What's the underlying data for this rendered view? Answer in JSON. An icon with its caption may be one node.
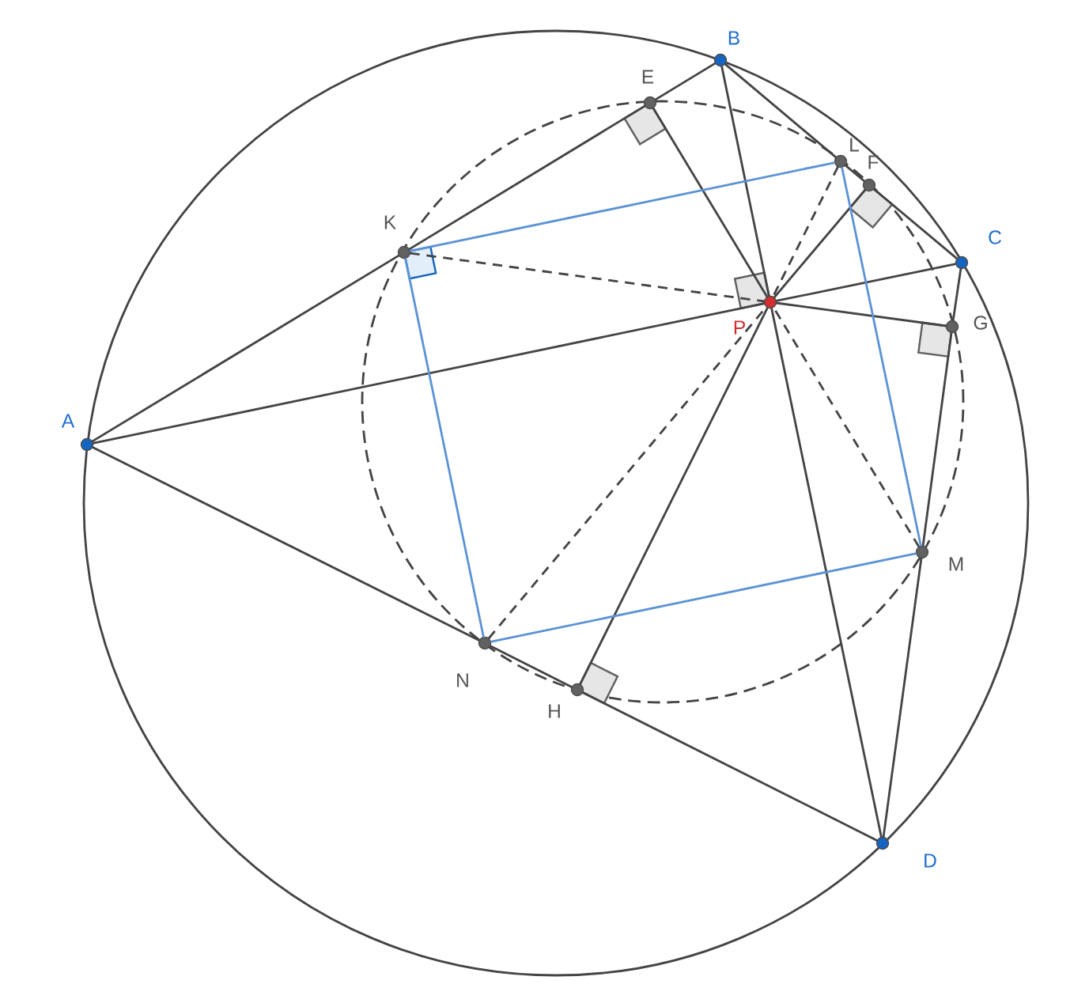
{
  "diagram": {
    "nodes": [
      {
        "text": [],
        "shape": "circle",
        "beside": [
          "A"
        ]
      },
      {
        "text": [],
        "shape": "circle",
        "beside": [
          "B"
        ]
      },
      {
        "text": [],
        "shape": "circle",
        "beside": [
          "C"
        ]
      },
      {
        "text": [],
        "shape": "circle",
        "beside": [
          "D"
        ]
      },
      {
        "text": [],
        "shape": "circle",
        "beside": [
          "E"
        ]
      },
      {
        "text": [],
        "shape": "circle",
        "beside": [
          "F"
        ]
      },
      {
        "text": [],
        "shape": "circle",
        "beside": [
          "G"
        ]
      },
      {
        "text": [],
        "shape": "circle",
        "beside": [
          "H"
        ]
      },
      {
        "text": [],
        "shape": "circle",
        "beside": [
          "K"
        ]
      },
      {
        "text": [],
        "shape": "circle",
        "beside": [
          "L"
        ]
      },
      {
        "text": [],
        "shape": "circle",
        "beside": [
          "M"
        ]
      },
      {
        "text": [],
        "shape": "circle",
        "beside": [
          "N"
        ]
      },
      {
        "text": [],
        "shape": "circle",
        "beside": [
          "P"
        ]
      }
    ],
    "edges": [
      {
        "from": 0,
        "to": 8,
        "arrow": "none"
      },
      {
        "from": 8,
        "to": 4,
        "arrow": "none"
      },
      {
        "from": 4,
        "to": 1,
        "arrow": "none"
      },
      {
        "from": 1,
        "to": 9,
        "arrow": "none"
      },
      {
        "from": 9,
        "to": 5,
        "arrow": "none"
      },
      {
        "from": 5,
        "to": 2,
        "arrow": "none"
      },
      {
        "from": 2,
        "to": 6,
        "arrow": "none"
      },
      {
        "from": 6,
        "to": 10,
        "arrow": "none"
      },
      {
        "from": 10,
        "to": 3,
        "arrow": "none"
      },
      {
        "from": 3,
        "to": 7,
        "arrow": "none"
      },
      {
        "from": 7,
        "to": 11,
        "arrow": "none"
      },
      {
        "from": 11,
        "to": 0,
        "arrow": "none"
      },
      {
        "from": 0,
        "to": 12,
        "arrow": "none"
      },
      {
        "from": 12,
        "to": 2,
        "arrow": "none"
      },
      {
        "from": 1,
        "to": 12,
        "arrow": "none"
      },
      {
        "from": 12,
        "to": 3,
        "arrow": "none"
      },
      {
        "from": 12,
        "to": 4,
        "arrow": "none"
      },
      {
        "from": 12,
        "to": 5,
        "arrow": "none"
      },
      {
        "from": 12,
        "to": 6,
        "arrow": "none"
      },
      {
        "from": 12,
        "to": 7,
        "arrow": "none"
      },
      {
        "from": 8,
        "to": 12,
        "arrow": "none",
        "style": "dashed"
      },
      {
        "from": 9,
        "to": 12,
        "arrow": "none",
        "style": "dashed"
      },
      {
        "from": 10,
        "to": 12,
        "arrow": "none",
        "style": "dashed"
      },
      {
        "from": 11,
        "to": 12,
        "arrow": "none",
        "style": "dashed"
      },
      {
        "from": 8,
        "to": 9,
        "arrow": "none",
        "color": "#5b93d6"
      },
      {
        "from": 9,
        "to": 10,
        "arrow": "none",
        "color": "#5b93d6"
      },
      {
        "from": 10,
        "to": 11,
        "arrow": "none",
        "color": "#5b93d6"
      },
      {
        "from": 11,
        "to": 8,
        "arrow": "none",
        "color": "#5b93d6"
      }
    ]
  }
}
